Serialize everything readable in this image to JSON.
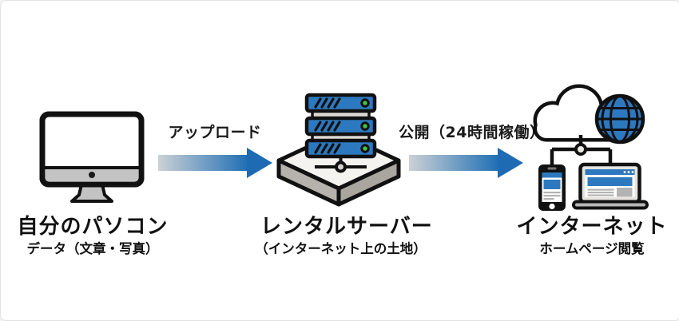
{
  "diagram": {
    "title_implicit": "",
    "nodes": [
      {
        "title": "自分のパソコン",
        "subtitle": "データ（文章・写真）",
        "icon": "desktop-computer-icon"
      },
      {
        "title": "レンタルサーバー",
        "subtitle": "（インターネット上の土地）",
        "icon": "rental-server-icon"
      },
      {
        "title": "インターネット",
        "subtitle": "ホームページ閲覧",
        "icon": "internet-cloud-devices-icon"
      }
    ],
    "arrows": [
      {
        "label": "アップロード",
        "direction": "right"
      },
      {
        "label": "公開（24時間稼働）",
        "direction": "right"
      }
    ],
    "colors": {
      "primary_blue": "#2d79c0",
      "arrow_blue": "#1e6bb4",
      "arrow_gradient_start": "#ccd1d5",
      "led_green": "#45c148",
      "outline_black": "#111111",
      "device_gray": "#c3c3c3",
      "background": "#ffffff"
    }
  }
}
